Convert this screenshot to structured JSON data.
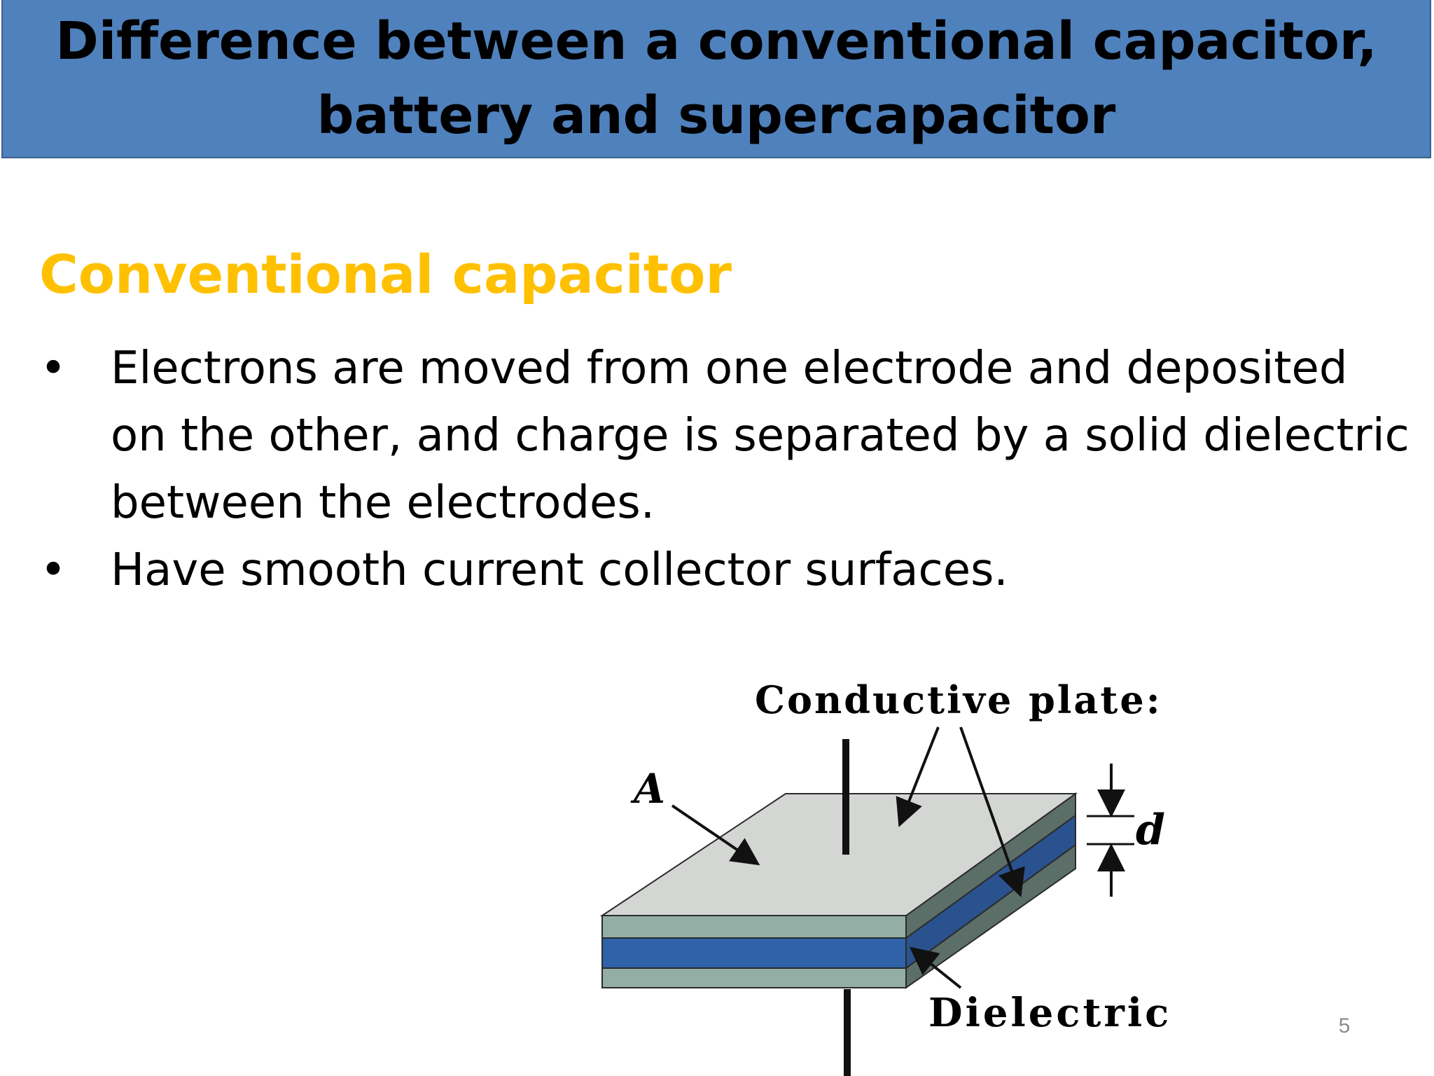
{
  "slide": {
    "title": "Difference between a conventional capacitor, battery and supercapacitor",
    "subtitle": "Conventional capacitor",
    "bullets": [
      "Electrons are moved from one electrode and deposited on the other, and charge is separated by a solid dielectric between the electrodes.",
      "Have smooth current collector surfaces."
    ],
    "page_number": "5"
  },
  "diagram": {
    "label_conductive_plates": "Conductive plate:",
    "label_area": "A",
    "label_distance": "d",
    "label_dielectric": "Dielectric",
    "colors": {
      "plate_top": "#d4d6d3",
      "plate_edge": "#93afa5",
      "plate_side": "#5b6e67",
      "dielectric": "#2f62a8",
      "dielectric_side": "#29528f"
    }
  }
}
